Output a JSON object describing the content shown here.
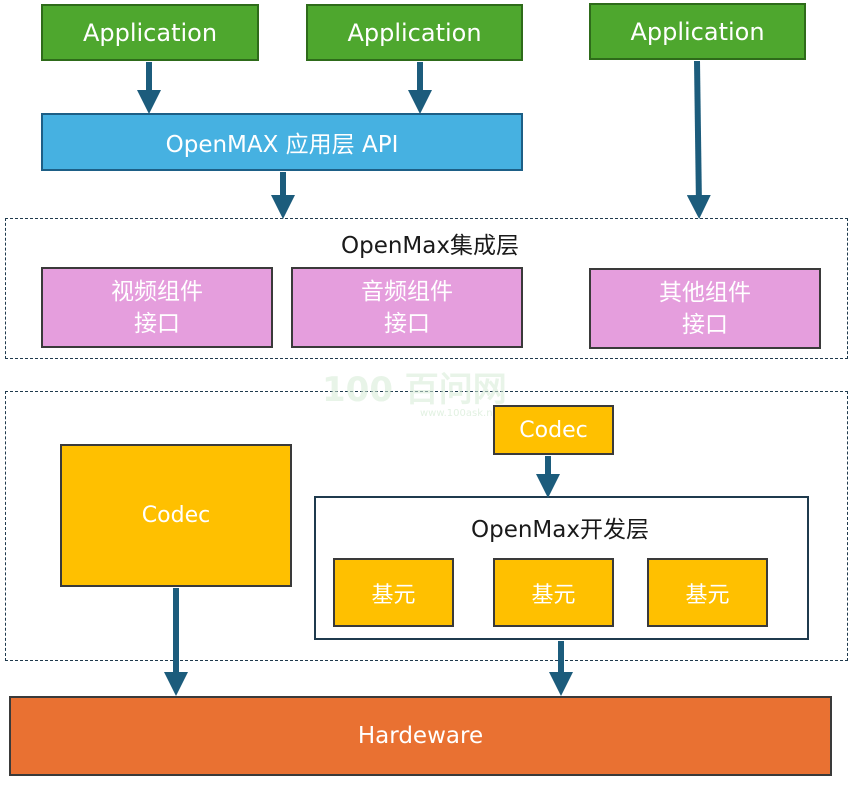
{
  "applications": [
    "Application",
    "Application",
    "Application"
  ],
  "api_layer": "OpenMAX 应用层 API",
  "integration_layer": {
    "title": "OpenMax集成层",
    "components": [
      {
        "line1": "视频组件",
        "line2": "接口"
      },
      {
        "line1": "音频组件",
        "line2": "接口"
      },
      {
        "line1": "其他组件",
        "line2": "接口"
      }
    ]
  },
  "lower_layer": {
    "codec_left": "Codec",
    "codec_top": "Codec",
    "dev_layer": {
      "title": "OpenMax开发层",
      "elements": [
        "基元",
        "基元",
        "基元"
      ]
    }
  },
  "hardware": "Hardeware",
  "watermark": {
    "main": "100 百问网",
    "sub": "www.100ask.net"
  },
  "colors": {
    "application": "#4ea72e",
    "api": "#46b1e1",
    "component": "#e59edd",
    "codec": "#ffc000",
    "hardware": "#e97132",
    "arrow": "#1c5c7c"
  }
}
